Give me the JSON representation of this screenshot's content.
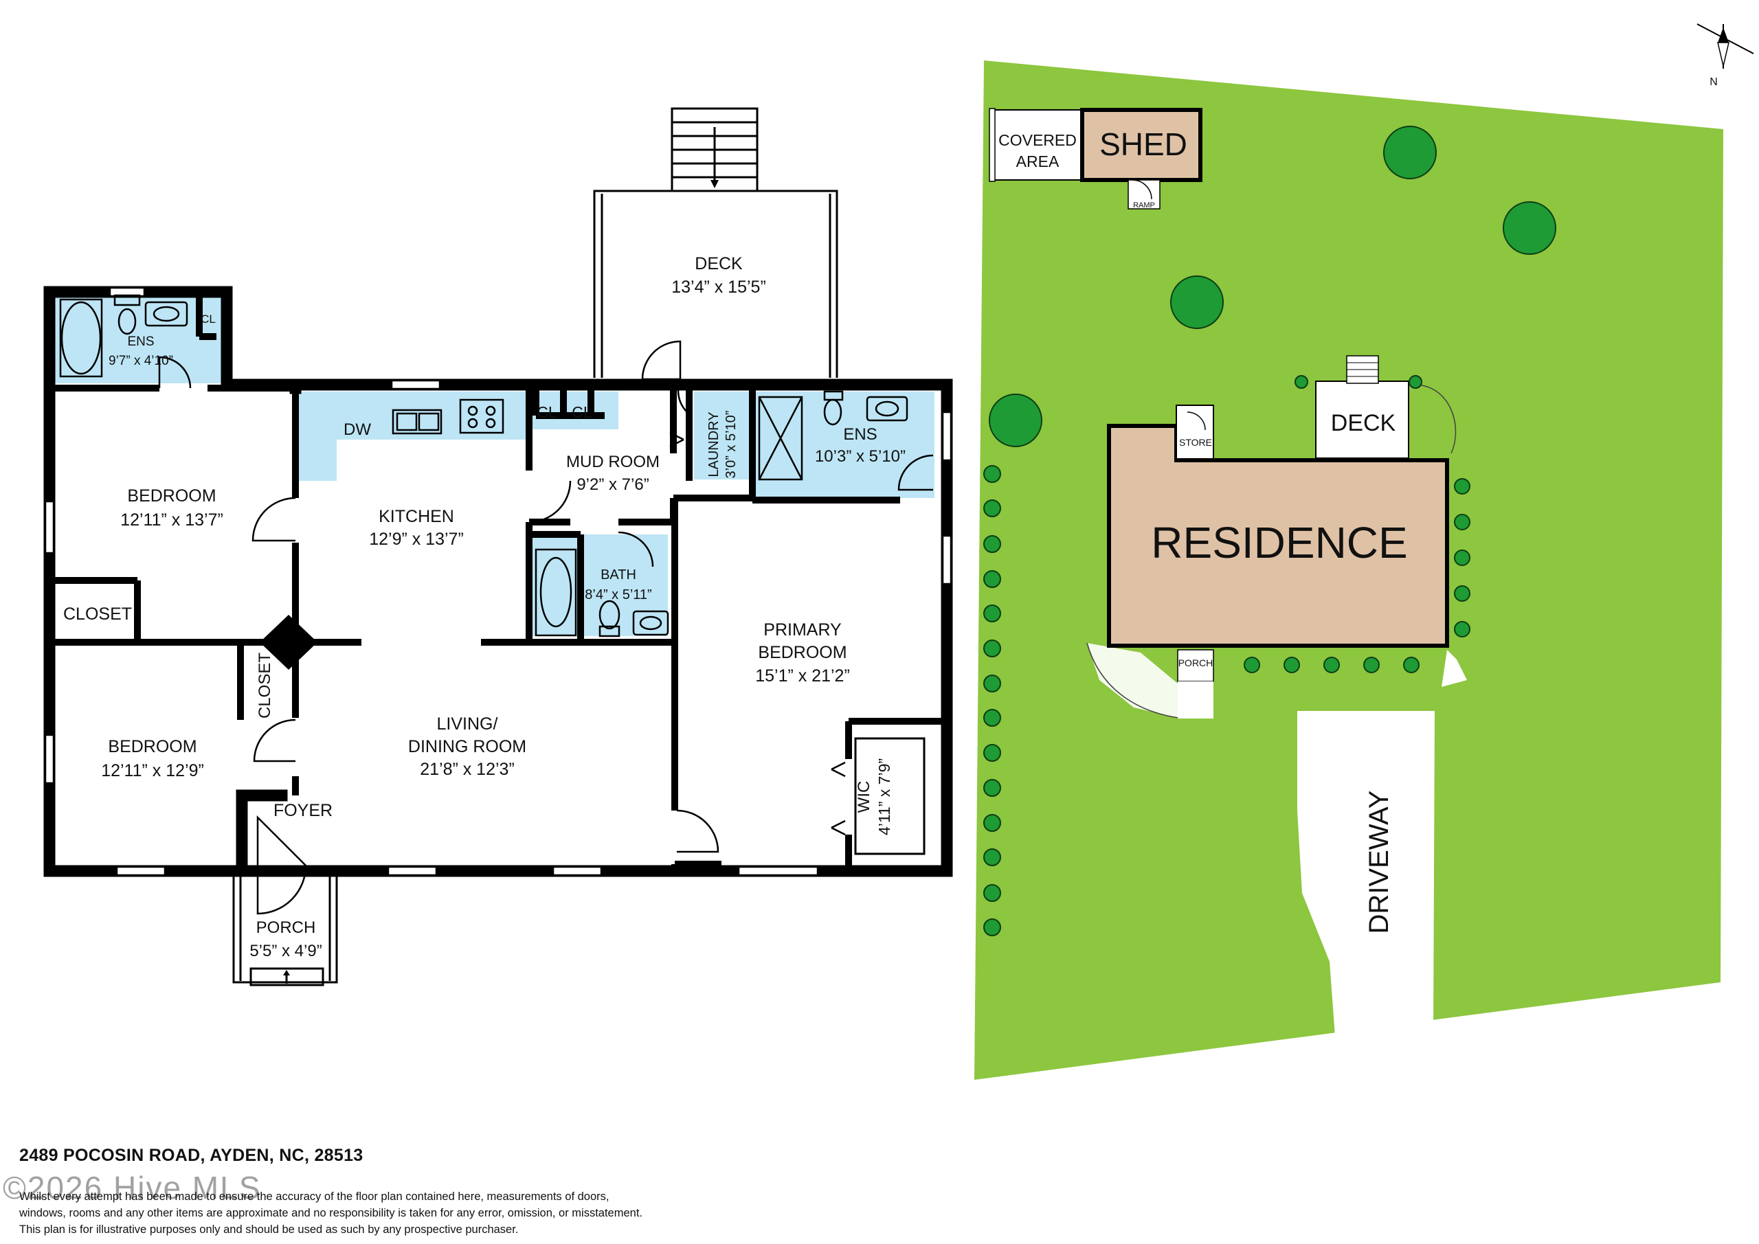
{
  "floorplan": {
    "rooms": [
      {
        "name": "ENS",
        "dims": "9’7” x 4’10”"
      },
      {
        "name": "CL",
        "dims": ""
      },
      {
        "name": "BEDROOM",
        "dims": "12’11” x 13’7”"
      },
      {
        "name": "CLOSET",
        "dims": ""
      },
      {
        "name": "KITCHEN",
        "dims": "12’9” x 13’7”"
      },
      {
        "name": "DW",
        "dims": ""
      },
      {
        "name": "CL",
        "dims": ""
      },
      {
        "name": "CL",
        "dims": ""
      },
      {
        "name": "MUD ROOM",
        "dims": "9’2” x 7’6”"
      },
      {
        "name": "LAUNDRY",
        "dims": "3’0” x 5’10”"
      },
      {
        "name": "ENS",
        "dims": "10’3” x 5’10”"
      },
      {
        "name": "DECK",
        "dims": "13’4” x 15’5”"
      },
      {
        "name": "BATH",
        "dims": "8’4” x 5’11”"
      },
      {
        "name": "BEDROOM",
        "dims": "12’11” x 12’9”"
      },
      {
        "name": "CLOSET",
        "dims": ""
      },
      {
        "name": "LIVING/",
        "dims": "DINING ROOM"
      },
      {
        "name": "21’8” x 12’3”",
        "dims": ""
      },
      {
        "name": "FOYER",
        "dims": ""
      },
      {
        "name": "PORCH",
        "dims": "5’5” x 4’9”"
      },
      {
        "name": "PRIMARY",
        "dims": "BEDROOM"
      },
      {
        "name": "15’1” x 21’2”",
        "dims": ""
      },
      {
        "name": "WIC",
        "dims": "4’11” x 7’9”"
      }
    ]
  },
  "site": {
    "covered_area": [
      "COVERED",
      "AREA"
    ],
    "shed": "SHED",
    "ramp": "RAMP",
    "store": "STORE",
    "deck": "DECK",
    "residence": "RESIDENCE",
    "porch": "PORCH",
    "driveway": "DRIVEWAY",
    "north": "N"
  },
  "colors": {
    "lawn": "#8dc63f",
    "building": "#dfc2a6",
    "wet_area": "#bde5f5",
    "tree": "#1e9b34",
    "wall": "#000000"
  },
  "footer": {
    "address": "2489 POCOSIN ROAD, AYDEN, NC, 28513",
    "copyright": "©2026 Hive MLS",
    "disclaimer_1": "Whilst every attempt has been made to ensure the accuracy of the floor plan contained here, measurements of doors,",
    "disclaimer_2": "windows, rooms and any other items are approximate and no responsibility is taken for any error, omission, or misstatement.",
    "disclaimer_3": "This plan is for illustrative purposes only and should be used as such by any prospective purchaser."
  }
}
